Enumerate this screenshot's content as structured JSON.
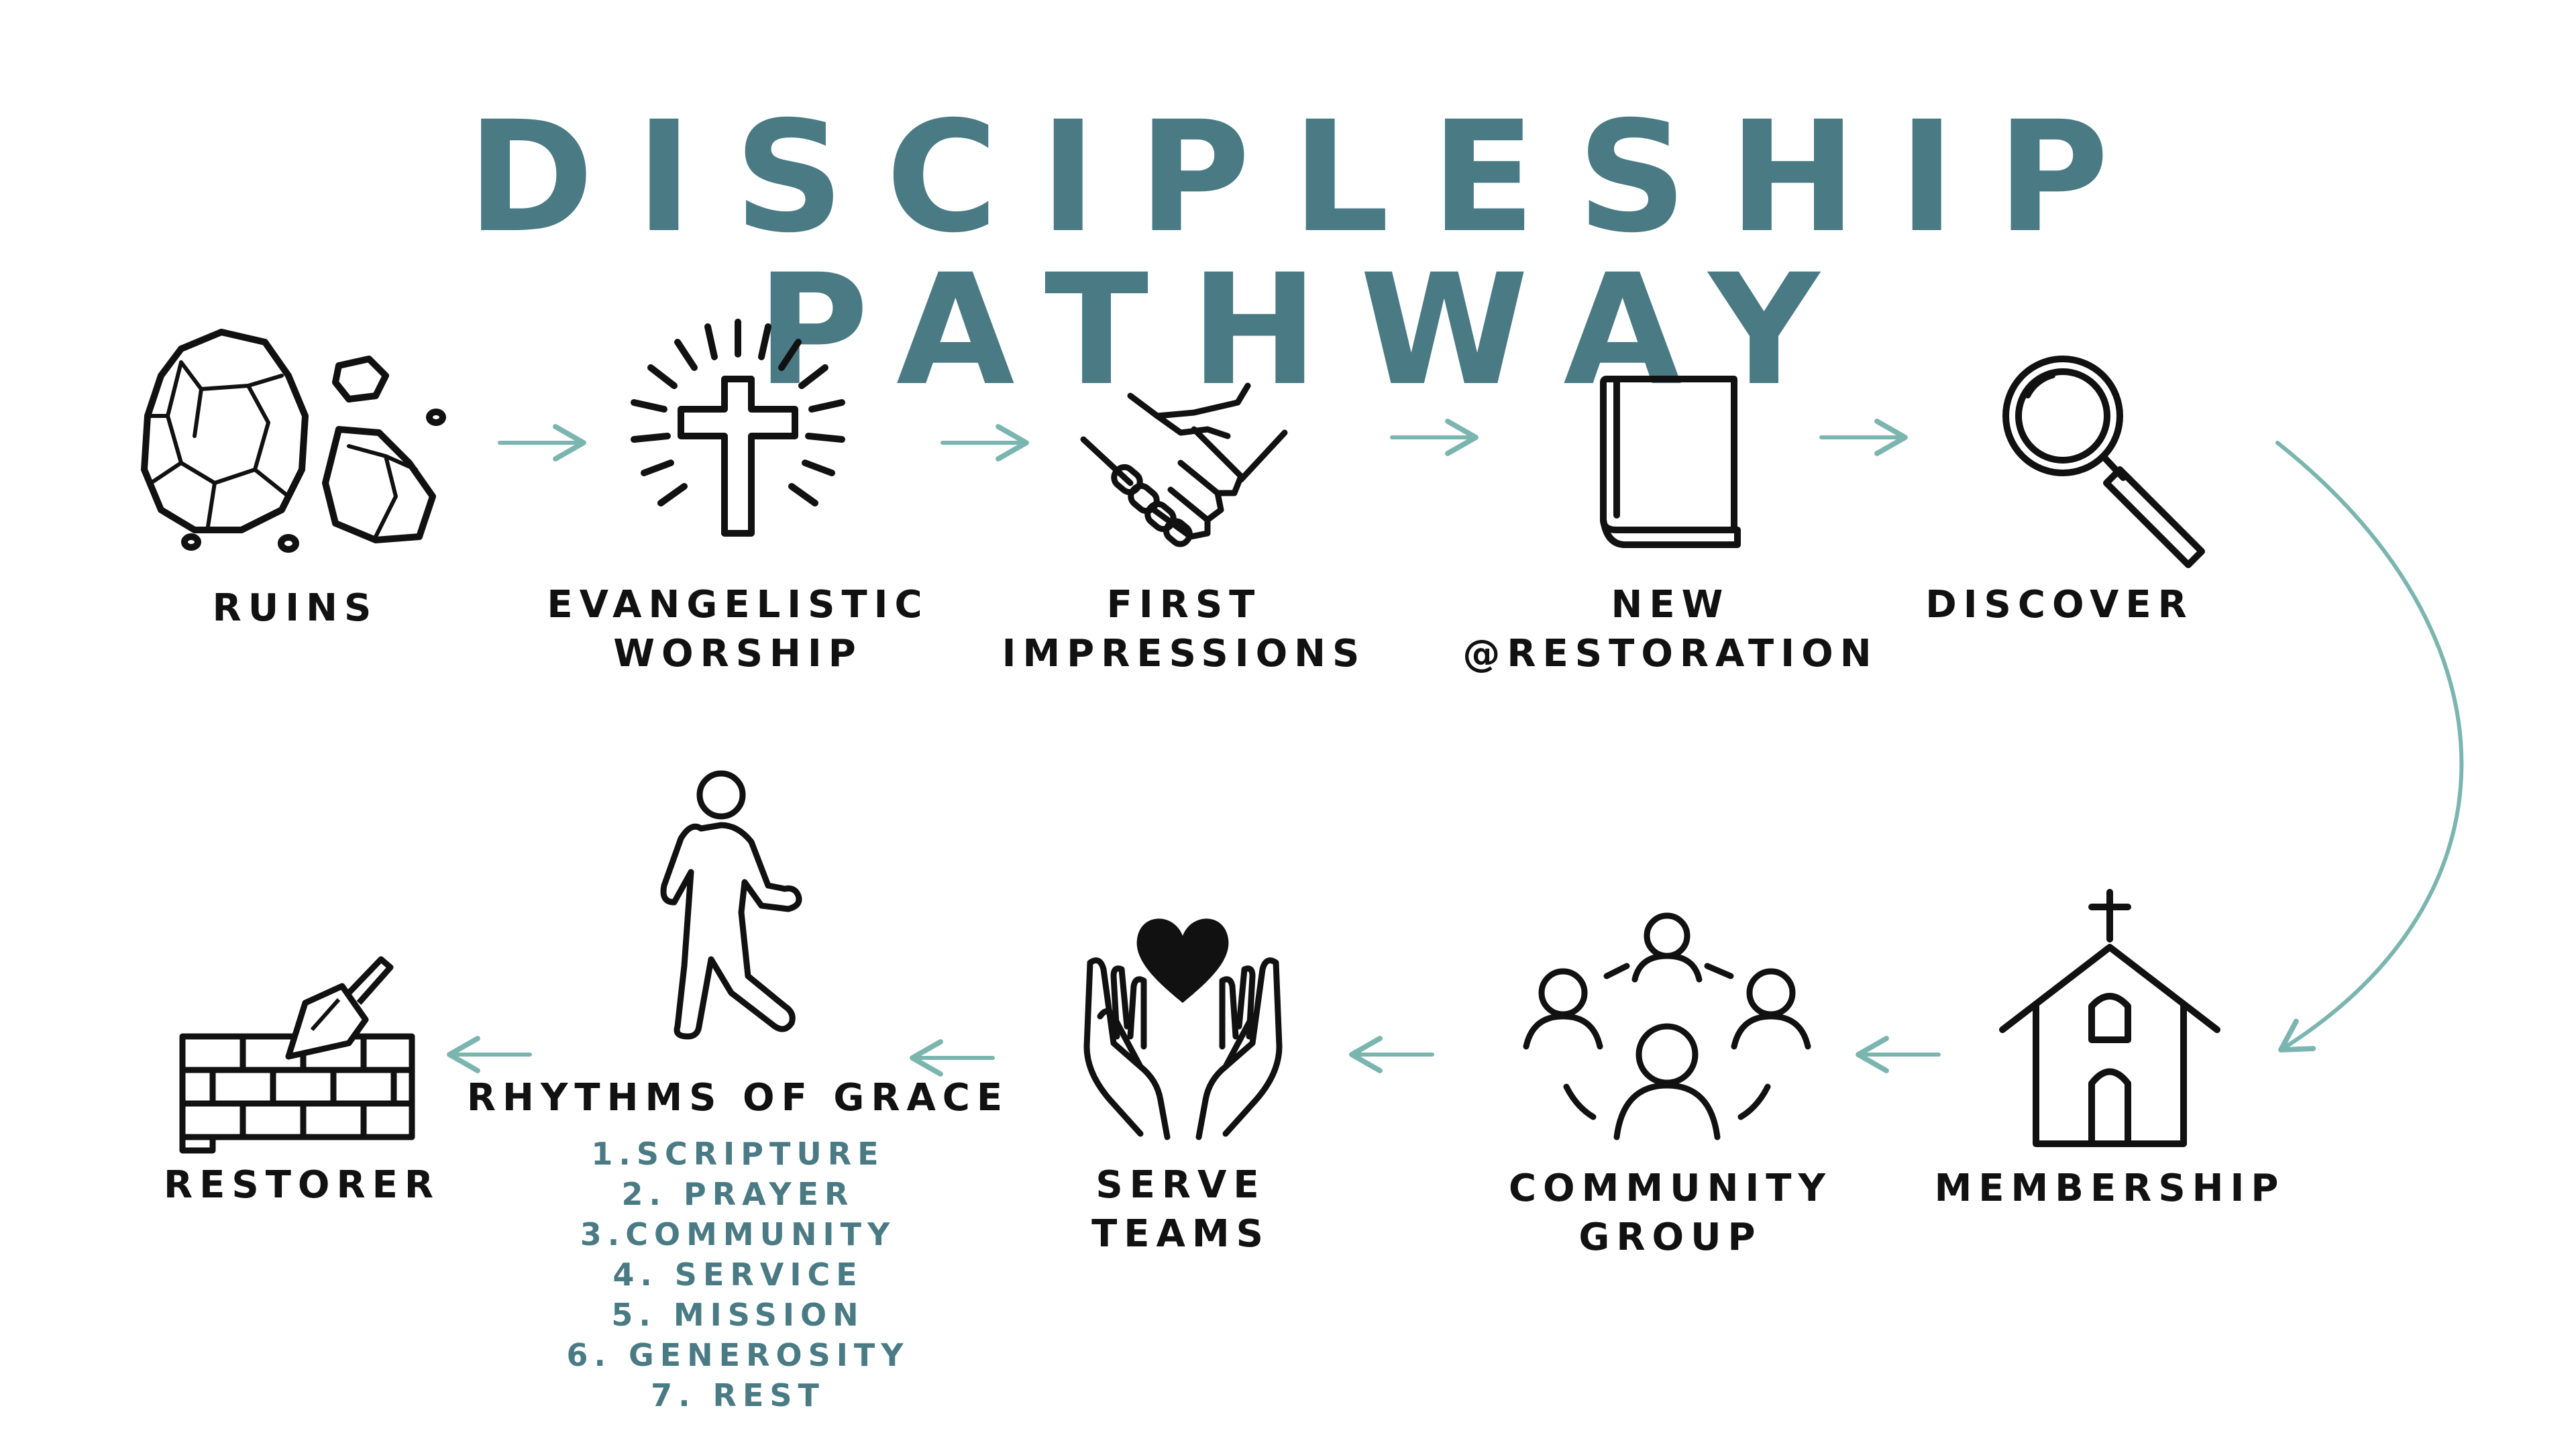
{
  "title": "DISCIPLESHIP PATHWAY",
  "colors": {
    "accent": "#4a7a84",
    "arrow": "#7bb5b0",
    "ink": "#111111"
  },
  "steps": [
    {
      "icon": "rubble-icon",
      "lines": [
        "RUINS"
      ]
    },
    {
      "icon": "radiant-cross-icon",
      "lines": [
        "EVANGELISTIC",
        "WORSHIP"
      ]
    },
    {
      "icon": "handshake-icon",
      "lines": [
        "FIRST",
        "IMPRESSIONS"
      ]
    },
    {
      "icon": "book-icon",
      "lines": [
        "NEW",
        "@RESTORATION"
      ]
    },
    {
      "icon": "magnifying-glass-icon",
      "lines": [
        "DISCOVER"
      ]
    },
    {
      "icon": "church-icon",
      "lines": [
        "MEMBERSHIP"
      ]
    },
    {
      "icon": "group-icon",
      "lines": [
        "COMMUNITY",
        "GROUP"
      ]
    },
    {
      "icon": "hands-heart-icon",
      "lines": [
        "SERVE",
        "TEAMS"
      ]
    },
    {
      "icon": "walking-person-icon",
      "lines": [
        "RHYTHMS OF GRACE"
      ]
    },
    {
      "icon": "brick-wall-trowel-icon",
      "lines": [
        "RESTORER"
      ]
    }
  ],
  "rhythms": [
    "1.SCRIPTURE",
    "2. PRAYER",
    "3.COMMUNITY",
    "4. SERVICE",
    "5. MISSION",
    "6. GENEROSITY",
    "7. REST"
  ]
}
